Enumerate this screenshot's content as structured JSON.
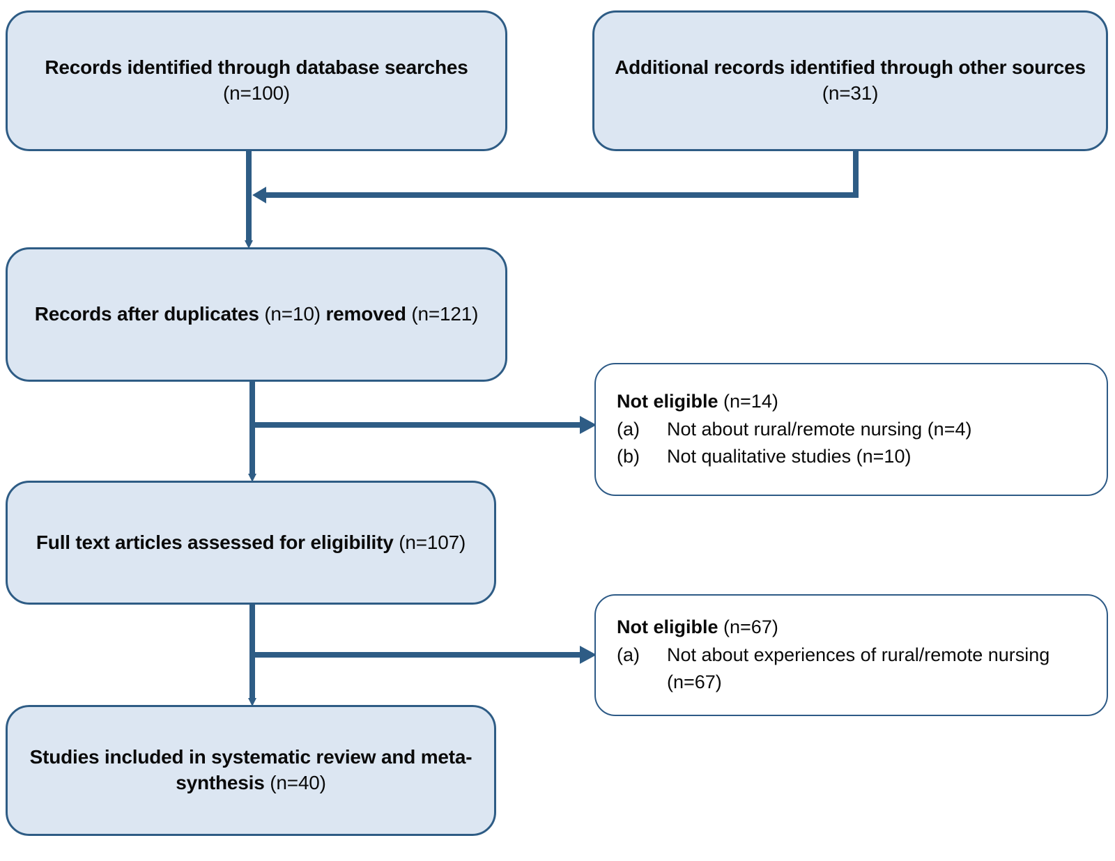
{
  "diagram": {
    "title": "PRISMA study selection flow diagram",
    "colors": {
      "box_fill": "#dce6f2",
      "box_border": "#2e5c85",
      "connector": "#2e5c85",
      "text": "#0a0a0a",
      "outline_box_fill": "#ffffff"
    }
  },
  "nodes": {
    "db_search": {
      "bold": "Records identified through database searches",
      "count": "(n=100)"
    },
    "other_sources": {
      "bold": "Additional records identified through other sources",
      "count": "(n=31)"
    },
    "dedup": {
      "bold_a": "Records after duplicates",
      "count_inline": "(n=10)",
      "bold_b": "removed",
      "count": "(n=121)"
    },
    "fulltext": {
      "bold": "Full text articles assessed for eligibility",
      "count": "(n=107)"
    },
    "included": {
      "bold": "Studies included in systematic review and meta-synthesis",
      "count": "(n=40)"
    }
  },
  "exclusions": [
    {
      "heading_bold": "Not eligible",
      "heading_count": "(n=14)",
      "items": [
        {
          "marker": "(a)",
          "label": "Not about rural/remote nursing (n=4)"
        },
        {
          "marker": "(b)",
          "label": "Not qualitative studies (n=10)"
        }
      ]
    },
    {
      "heading_bold": "Not eligible",
      "heading_count": "(n=67)",
      "items": [
        {
          "marker": "(a)",
          "label": "Not about experiences of rural/remote nursing (n=67)"
        }
      ]
    }
  ]
}
